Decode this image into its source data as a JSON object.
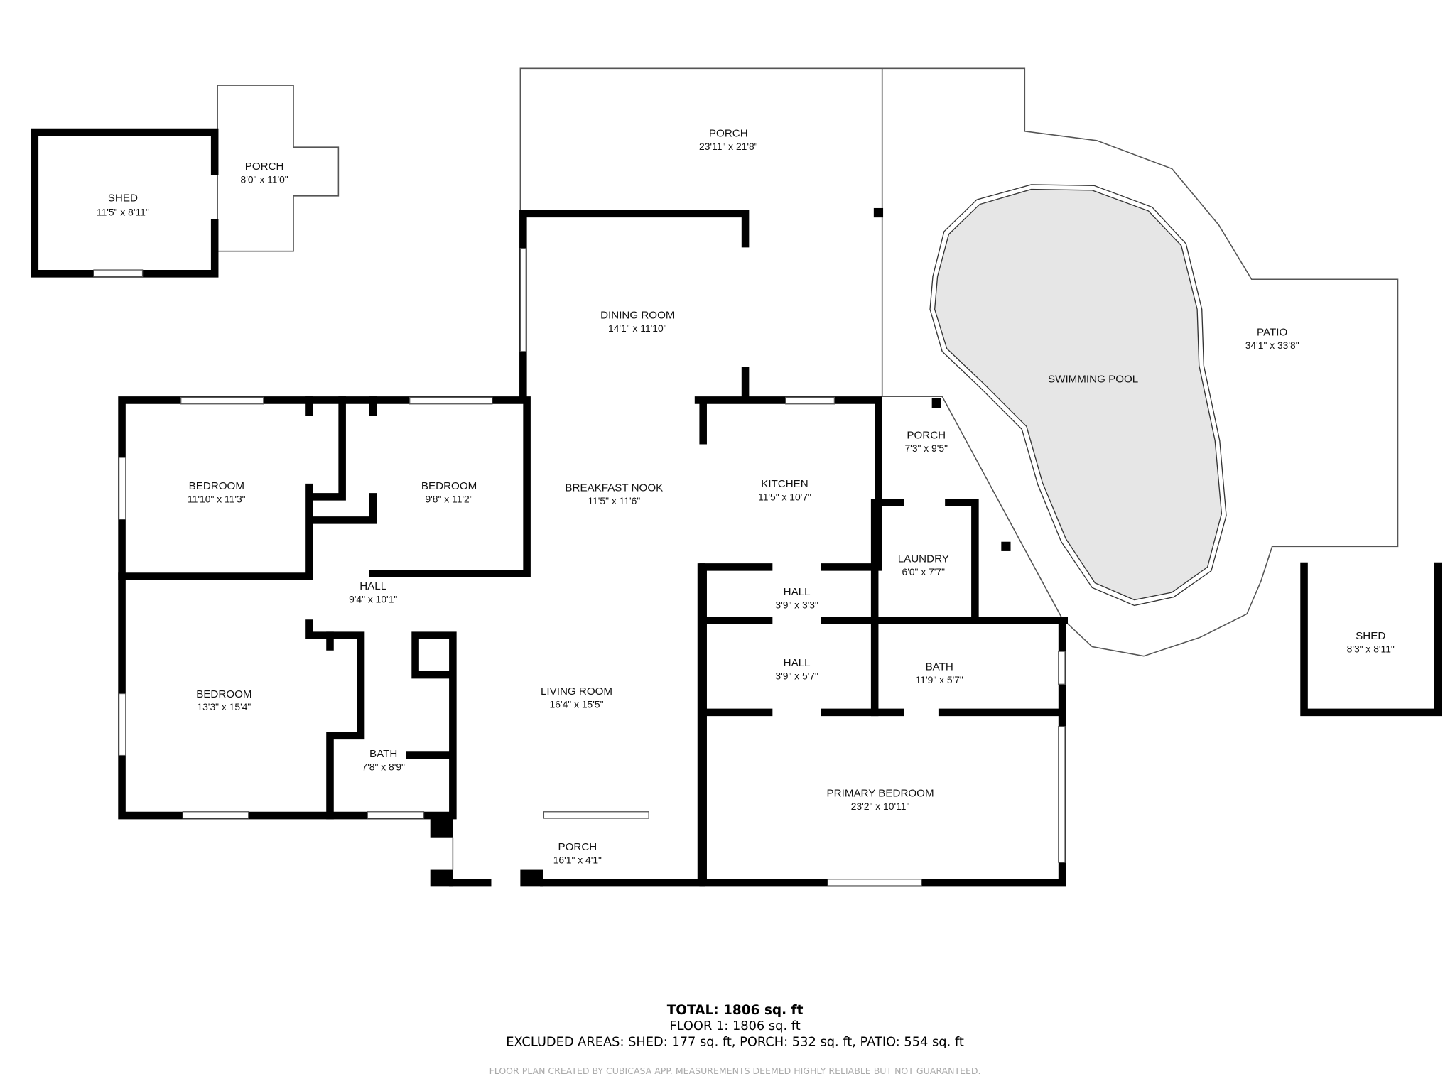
{
  "rooms": {
    "shed1": {
      "name": "SHED",
      "dims": "11'5\" x 8'11\""
    },
    "porch_shed": {
      "name": "PORCH",
      "dims": "8'0\" x 11'0\""
    },
    "porch_big": {
      "name": "PORCH",
      "dims": "23'11\" x 21'8\""
    },
    "dining": {
      "name": "DINING ROOM",
      "dims": "14'1\" x 11'10\""
    },
    "pool": {
      "name": "SWIMMING POOL"
    },
    "patio": {
      "name": "PATIO",
      "dims": "34'1\" x 33'8\""
    },
    "bedroom1": {
      "name": "BEDROOM",
      "dims": "11'10\" x 11'3\""
    },
    "bedroom2": {
      "name": "BEDROOM",
      "dims": "9'8\" x 11'2\""
    },
    "nook": {
      "name": "BREAKFAST NOOK",
      "dims": "11'5\" x 11'6\""
    },
    "kitchen": {
      "name": "KITCHEN",
      "dims": "11'5\" x 10'7\""
    },
    "porch_side": {
      "name": "PORCH",
      "dims": "7'3\" x 9'5\""
    },
    "laundry": {
      "name": "LAUNDRY",
      "dims": "6'0\" x 7'7\""
    },
    "hall_main": {
      "name": "HALL",
      "dims": "9'4\" x 10'1\""
    },
    "hall_small1": {
      "name": "HALL",
      "dims": "3'9\" x 3'3\""
    },
    "hall_small2": {
      "name": "HALL",
      "dims": "3'9\" x 5'7\""
    },
    "bath_primary": {
      "name": "BATH",
      "dims": "11'9\" x 5'7\""
    },
    "bedroom3": {
      "name": "BEDROOM",
      "dims": "13'3\" x 15'4\""
    },
    "living": {
      "name": "LIVING ROOM",
      "dims": "16'4\" x 15'5\""
    },
    "bath2": {
      "name": "BATH",
      "dims": "7'8\" x 8'9\""
    },
    "primary": {
      "name": "PRIMARY BEDROOM",
      "dims": "23'2\" x 10'11\""
    },
    "porch_front": {
      "name": "PORCH",
      "dims": "16'1\" x 4'1\""
    },
    "shed2": {
      "name": "SHED",
      "dims": "8'3\" x 8'11\""
    }
  },
  "summary": {
    "total": "TOTAL: 1806 sq. ft",
    "floor": "FLOOR 1: 1806 sq. ft",
    "excluded": "EXCLUDED AREAS: SHED: 177 sq. ft, PORCH: 532 sq. ft, PATIO: 554 sq. ft",
    "disclaimer": "FLOOR PLAN CREATED BY CUBICASA APP. MEASUREMENTS DEEMED HIGHLY RELIABLE BUT NOT GUARANTEED."
  },
  "colors": {
    "wall": "#000000",
    "pool": "#e6e6e6",
    "disclaimer": "#aaaaaa"
  }
}
